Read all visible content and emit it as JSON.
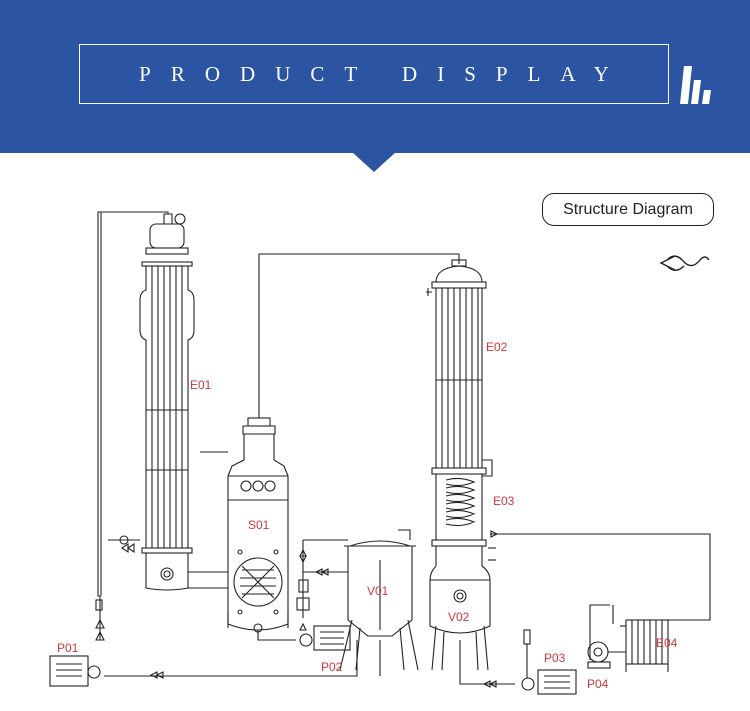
{
  "header": {
    "title": "PRODUCT DISPLAY",
    "background_color": "#2b55a3",
    "logo_icon": "brand-logo-icon"
  },
  "structure_button": {
    "label": "Structure Diagram"
  },
  "back_icon": "wavy-arrow-left-icon",
  "equipment_labels": {
    "E01": "E01",
    "E02": "E02",
    "E03": "E03",
    "E04": "E04",
    "S01": "S01",
    "V01": "V01",
    "V02": "V02",
    "P01": "P01",
    "P02": "P02",
    "P03": "P03",
    "P04": "P04"
  },
  "label_color": "#d2373c"
}
